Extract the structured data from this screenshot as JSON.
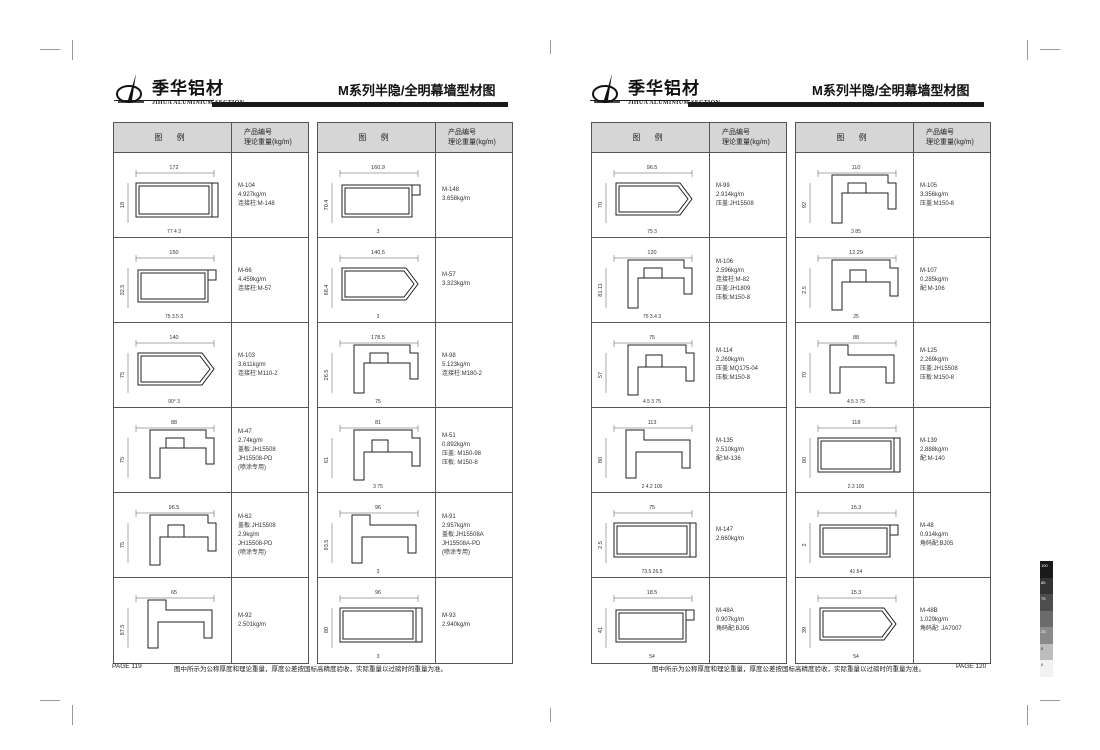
{
  "brand": {
    "name_cn": "季华铝材",
    "name_en": "JIHUA ALUMINIUM SECTION"
  },
  "section_title": "M系列半隐/全明幕墙型材图",
  "table_header": {
    "figure": "图 例",
    "info_line1": "产品编号",
    "info_line2": "理论重量(kg/m)"
  },
  "footer_note": "图中所示为公称厚度和理论重量，厚度公差按国标高精度验收，实际重量以过磅时的重量为准。",
  "page_left": "PAGE 119",
  "page_right": "PAGE 120",
  "tables": [
    {
      "rows": [
        {
          "lines": [
            "M-104",
            "4.927kg/m",
            "连接柱:M-148"
          ],
          "dims": [
            "172",
            "18",
            "77",
            "4",
            "3"
          ]
        },
        {
          "lines": [
            "M-66",
            "4.459kg/m",
            "连接柱:M-57"
          ],
          "dims": [
            "150",
            "32.5",
            "75",
            "3.5",
            "3"
          ]
        },
        {
          "lines": [
            "M-103",
            "3.611kg/m",
            "连接柱:M110-2"
          ],
          "dims": [
            "140",
            "75",
            "90°",
            "3"
          ]
        },
        {
          "lines": [
            "M-47",
            "2.74kg/m",
            "盖板:JH15508",
            "JH15508-PD",
            "(喷涂专用)"
          ],
          "dims": [
            "88",
            "75"
          ]
        },
        {
          "lines": [
            "M-62",
            "盖板:JH15508",
            "2.9kg/m",
            "JH15508-PD",
            "(喷涂专用)"
          ],
          "dims": [
            "96.5",
            "75"
          ]
        },
        {
          "lines": [
            "M-92",
            "2.501kg/m"
          ],
          "dims": [
            "65",
            "87.5"
          ]
        }
      ]
    },
    {
      "rows": [
        {
          "lines": [
            "M-148",
            "3.658kg/m"
          ],
          "dims": [
            "160.9",
            "70.4",
            "3"
          ]
        },
        {
          "lines": [
            "M-57",
            "3.323kg/m"
          ],
          "dims": [
            "140.5",
            "68.4",
            "3"
          ]
        },
        {
          "lines": [
            "M-98",
            "5.123kg/m",
            "连接柱:M180-2"
          ],
          "dims": [
            "178.5",
            "26.5",
            "75"
          ]
        },
        {
          "lines": [
            "M-51",
            "0.892kg/m",
            "压盖: M150-98",
            "压板: M150-8"
          ],
          "dims": [
            "81",
            "61",
            "3",
            "75"
          ]
        },
        {
          "lines": [
            "M-91",
            "2.957kg/m",
            "盖板:JH15508A",
            "JH15508A-PD",
            "(喷涂专用)"
          ],
          "dims": [
            "96",
            "93.5",
            "3"
          ]
        },
        {
          "lines": [
            "M-93",
            "2.940kg/m"
          ],
          "dims": [
            "96",
            "80",
            "3"
          ]
        }
      ]
    },
    {
      "rows": [
        {
          "lines": [
            "M-99",
            "2.914kg/m",
            "压盖:JH15508"
          ],
          "dims": [
            "96.5",
            "70",
            "75",
            "3"
          ]
        },
        {
          "lines": [
            "M-106",
            "2.596kg/m",
            "连接柱:M-82",
            "压盖:JH1809",
            "压板:M150-8"
          ],
          "dims": [
            "120",
            "81.11",
            "75",
            "3.4",
            "3"
          ]
        },
        {
          "lines": [
            "M-114",
            "2.269kg/m",
            "压盖:MQ175-04",
            "压板:M150-8"
          ],
          "dims": [
            "75",
            "57",
            "4.5",
            "3",
            "75"
          ]
        },
        {
          "lines": [
            "M-135",
            "2.510kg/m",
            "配:M-136"
          ],
          "dims": [
            "113",
            "80",
            "2",
            "4.2",
            "100"
          ]
        },
        {
          "lines": [
            "M-147",
            "2.660kg/m"
          ],
          "dims": [
            "75",
            "2.5",
            "73.5",
            "26.5"
          ]
        },
        {
          "lines": [
            "M-48A",
            "0.907kg/m",
            "角码配:BJ05"
          ],
          "dims": [
            "18.5",
            "41",
            "54"
          ]
        }
      ]
    },
    {
      "rows": [
        {
          "lines": [
            "M-105",
            "3.356kg/m",
            "压盖:M150-8"
          ],
          "dims": [
            "110",
            "92",
            "3",
            "85"
          ]
        },
        {
          "lines": [
            "M-107",
            "0.285kg/m",
            "配:M-106"
          ],
          "dims": [
            "12.29",
            "2.5",
            "25"
          ]
        },
        {
          "lines": [
            "M-125",
            "2.269kg/m",
            "压盖:JH15508",
            "压板:M150-8"
          ],
          "dims": [
            "88",
            "70",
            "4.5",
            "3",
            "75"
          ]
        },
        {
          "lines": [
            "M-139",
            "2.888kg/m",
            "配:M-140"
          ],
          "dims": [
            "118",
            "80",
            "2.3",
            "100"
          ]
        },
        {
          "lines": [
            "M-48",
            "0.914kg/m",
            "角码配:BJ05"
          ],
          "dims": [
            "15.3",
            "2",
            "41",
            "54"
          ]
        },
        {
          "lines": [
            "M-48B",
            "1.029kg/m",
            "角码配: JA7007"
          ],
          "dims": [
            "15.3",
            "39",
            "54"
          ]
        }
      ]
    }
  ],
  "swatches": [
    {
      "label": "100",
      "color": "#1a1a1a"
    },
    {
      "label": "85",
      "color": "#333333"
    },
    {
      "label": "75",
      "color": "#4d4d4d"
    },
    {
      "label": "",
      "color": "#6b6b6b"
    },
    {
      "label": "25",
      "color": "#8a8a8a"
    },
    {
      "label": "5",
      "color": "#bdbdbd"
    },
    {
      "label": "0",
      "color": "#f2f2f2"
    }
  ]
}
